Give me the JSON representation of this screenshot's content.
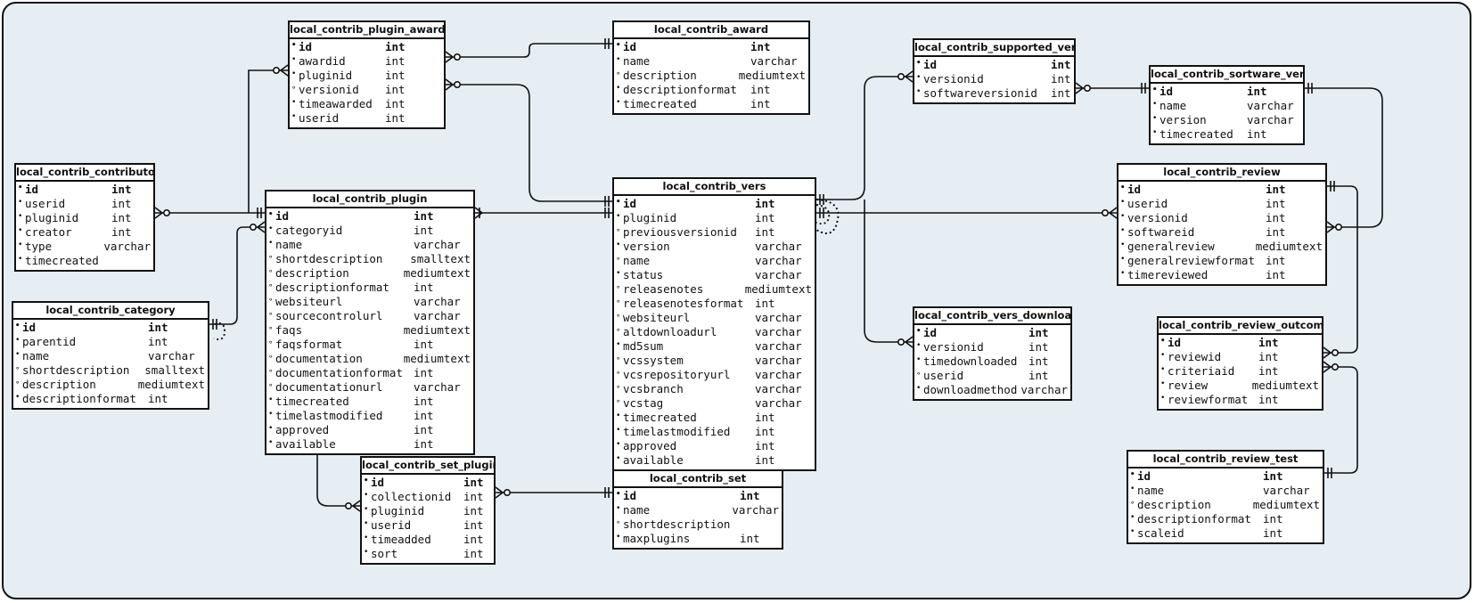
{
  "colors": {
    "background": "#e6eef3",
    "box": "#ffffff",
    "line": "#111111"
  },
  "marks": {
    "pk": "•",
    "required": "•",
    "optional": "∘"
  },
  "entities": [
    {
      "key": "awards",
      "name": "local_contrib_plugin_awards",
      "fields": [
        {
          "name": "id",
          "type": "int",
          "kind": "pk"
        },
        {
          "name": "awardid",
          "type": "int",
          "kind": "required"
        },
        {
          "name": "pluginid",
          "type": "int",
          "kind": "required"
        },
        {
          "name": "versionid",
          "type": "int",
          "kind": "optional"
        },
        {
          "name": "timeawarded",
          "type": "int",
          "kind": "required"
        },
        {
          "name": "userid",
          "type": "int",
          "kind": "required"
        }
      ]
    },
    {
      "key": "award",
      "name": "local_contrib_award",
      "fields": [
        {
          "name": "id",
          "type": "int",
          "kind": "pk"
        },
        {
          "name": "name",
          "type": "varchar",
          "kind": "required"
        },
        {
          "name": "description",
          "type": "mediumtext",
          "kind": "optional"
        },
        {
          "name": "descriptionformat",
          "type": "int",
          "kind": "required"
        },
        {
          "name": "timecreated",
          "type": "int",
          "kind": "required"
        }
      ]
    },
    {
      "key": "supported",
      "name": "local_contrib_supported_vers",
      "fields": [
        {
          "name": "id",
          "type": "int",
          "kind": "pk"
        },
        {
          "name": "versionid",
          "type": "int",
          "kind": "required"
        },
        {
          "name": "softwareversionid",
          "type": "int",
          "kind": "required"
        }
      ]
    },
    {
      "key": "software",
      "name": "local_contrib_sortware_vers",
      "fields": [
        {
          "name": "id",
          "type": "int",
          "kind": "pk"
        },
        {
          "name": "name",
          "type": "varchar",
          "kind": "required"
        },
        {
          "name": "version",
          "type": "varchar",
          "kind": "required"
        },
        {
          "name": "timecreated",
          "type": "int",
          "kind": "required"
        }
      ]
    },
    {
      "key": "contributor",
      "name": "local_contrib_contributor",
      "fields": [
        {
          "name": "id",
          "type": "int",
          "kind": "pk"
        },
        {
          "name": "userid",
          "type": "int",
          "kind": "required"
        },
        {
          "name": "pluginid",
          "type": "int",
          "kind": "required"
        },
        {
          "name": "creator",
          "type": "int",
          "kind": "required"
        },
        {
          "name": "type",
          "type": "varchar",
          "kind": "required"
        },
        {
          "name": "timecreated",
          "type": "",
          "kind": "required"
        }
      ]
    },
    {
      "key": "plugin",
      "name": "local_contrib_plugin",
      "fields": [
        {
          "name": "id",
          "type": "int",
          "kind": "pk"
        },
        {
          "name": "categoryid",
          "type": "int",
          "kind": "required"
        },
        {
          "name": "name",
          "type": "varchar",
          "kind": "required"
        },
        {
          "name": "shortdescription",
          "type": "smalltext",
          "kind": "optional"
        },
        {
          "name": "description",
          "type": "mediumtext",
          "kind": "optional"
        },
        {
          "name": "descriptionformat",
          "type": "int",
          "kind": "optional"
        },
        {
          "name": "websiteurl",
          "type": "varchar",
          "kind": "optional"
        },
        {
          "name": "sourcecontrolurl",
          "type": "varchar",
          "kind": "optional"
        },
        {
          "name": "faqs",
          "type": "mediumtext",
          "kind": "optional"
        },
        {
          "name": "faqsformat",
          "type": "int",
          "kind": "optional"
        },
        {
          "name": "documentation",
          "type": "mediumtext",
          "kind": "optional"
        },
        {
          "name": "documentationformat",
          "type": "int",
          "kind": "optional"
        },
        {
          "name": "documentationurl",
          "type": "varchar",
          "kind": "optional"
        },
        {
          "name": "timecreated",
          "type": "int",
          "kind": "required"
        },
        {
          "name": "timelastmodified",
          "type": "int",
          "kind": "required"
        },
        {
          "name": "approved",
          "type": "int",
          "kind": "required"
        },
        {
          "name": "available",
          "type": "int",
          "kind": "required"
        }
      ]
    },
    {
      "key": "vers",
      "name": "local_contrib_vers",
      "fields": [
        {
          "name": "id",
          "type": "int",
          "kind": "pk"
        },
        {
          "name": "pluginid",
          "type": "int",
          "kind": "required"
        },
        {
          "name": "previousversionid",
          "type": "int",
          "kind": "optional"
        },
        {
          "name": "version",
          "type": "varchar",
          "kind": "required"
        },
        {
          "name": "name",
          "type": "varchar",
          "kind": "optional"
        },
        {
          "name": "status",
          "type": "varchar",
          "kind": "required"
        },
        {
          "name": "releasenotes",
          "type": "mediumtext",
          "kind": "optional"
        },
        {
          "name": "releasenotesformat",
          "type": "int",
          "kind": "optional"
        },
        {
          "name": "websiteurl",
          "type": "varchar",
          "kind": "optional"
        },
        {
          "name": "altdownloadurl",
          "type": "varchar",
          "kind": "optional"
        },
        {
          "name": "md5sum",
          "type": "varchar",
          "kind": "required"
        },
        {
          "name": "vcssystem",
          "type": "varchar",
          "kind": "optional"
        },
        {
          "name": "vcsrepositoryurl",
          "type": "varchar",
          "kind": "optional"
        },
        {
          "name": "vcsbranch",
          "type": "varchar",
          "kind": "optional"
        },
        {
          "name": "vcstag",
          "type": "varchar",
          "kind": "optional"
        },
        {
          "name": "timecreated",
          "type": "int",
          "kind": "required"
        },
        {
          "name": "timelastmodified",
          "type": "int",
          "kind": "required"
        },
        {
          "name": "approved",
          "type": "int",
          "kind": "required"
        },
        {
          "name": "available",
          "type": "int",
          "kind": "required"
        }
      ]
    },
    {
      "key": "review",
      "name": "local_contrib_review",
      "fields": [
        {
          "name": "id",
          "type": "int",
          "kind": "pk"
        },
        {
          "name": "userid",
          "type": "int",
          "kind": "required"
        },
        {
          "name": "versionid",
          "type": "int",
          "kind": "required"
        },
        {
          "name": "softwareid",
          "type": "int",
          "kind": "required"
        },
        {
          "name": "generalreview",
          "type": "mediumtext",
          "kind": "required"
        },
        {
          "name": "generalreviewformat",
          "type": "int",
          "kind": "required"
        },
        {
          "name": "timereviewed",
          "type": "int",
          "kind": "required"
        }
      ]
    },
    {
      "key": "category",
      "name": "local_contrib_category",
      "fields": [
        {
          "name": "id",
          "type": "int",
          "kind": "pk"
        },
        {
          "name": "parentid",
          "type": "int",
          "kind": "required"
        },
        {
          "name": "name",
          "type": "varchar",
          "kind": "required"
        },
        {
          "name": "shortdescription",
          "type": "smalltext",
          "kind": "optional"
        },
        {
          "name": "description",
          "type": "mediumtext",
          "kind": "optional"
        },
        {
          "name": "descriptionformat",
          "type": "int",
          "kind": "required"
        }
      ]
    },
    {
      "key": "download",
      "name": "local_contrib_vers_download",
      "fields": [
        {
          "name": "id",
          "type": "int",
          "kind": "pk"
        },
        {
          "name": "versionid",
          "type": "int",
          "kind": "required"
        },
        {
          "name": "timedownloaded",
          "type": "int",
          "kind": "required"
        },
        {
          "name": "userid",
          "type": "int",
          "kind": "optional"
        },
        {
          "name": "downloadmethod",
          "type": "varchar",
          "kind": "required"
        }
      ]
    },
    {
      "key": "outcome",
      "name": "local_contrib_review_outcome",
      "fields": [
        {
          "name": "id",
          "type": "int",
          "kind": "pk"
        },
        {
          "name": "reviewid",
          "type": "int",
          "kind": "required"
        },
        {
          "name": "criteriaid",
          "type": "int",
          "kind": "required"
        },
        {
          "name": "review",
          "type": "mediumtext",
          "kind": "required"
        },
        {
          "name": "reviewformat",
          "type": "int",
          "kind": "required"
        }
      ]
    },
    {
      "key": "setplugin",
      "name": "local_contrib_set_plugin",
      "fields": [
        {
          "name": "id",
          "type": "int",
          "kind": "pk"
        },
        {
          "name": "collectionid",
          "type": "int",
          "kind": "required"
        },
        {
          "name": "pluginid",
          "type": "int",
          "kind": "required"
        },
        {
          "name": "userid",
          "type": "int",
          "kind": "required"
        },
        {
          "name": "timeadded",
          "type": "int",
          "kind": "required"
        },
        {
          "name": "sort",
          "type": "int",
          "kind": "required"
        }
      ]
    },
    {
      "key": "set",
      "name": "local_contrib_set",
      "fields": [
        {
          "name": "id",
          "type": "int",
          "kind": "pk"
        },
        {
          "name": "name",
          "type": "varchar",
          "kind": "required"
        },
        {
          "name": "shortdescription",
          "type": "",
          "kind": "optional"
        },
        {
          "name": "maxplugins",
          "type": "int",
          "kind": "required"
        }
      ]
    },
    {
      "key": "reviewtest",
      "name": "local_contrib_review_test",
      "fields": [
        {
          "name": "id",
          "type": "int",
          "kind": "pk"
        },
        {
          "name": "name",
          "type": "varchar",
          "kind": "required"
        },
        {
          "name": "description",
          "type": "mediumtext",
          "kind": "optional"
        },
        {
          "name": "descriptionformat",
          "type": "int",
          "kind": "required"
        },
        {
          "name": "scaleid",
          "type": "int",
          "kind": "required"
        }
      ]
    }
  ]
}
